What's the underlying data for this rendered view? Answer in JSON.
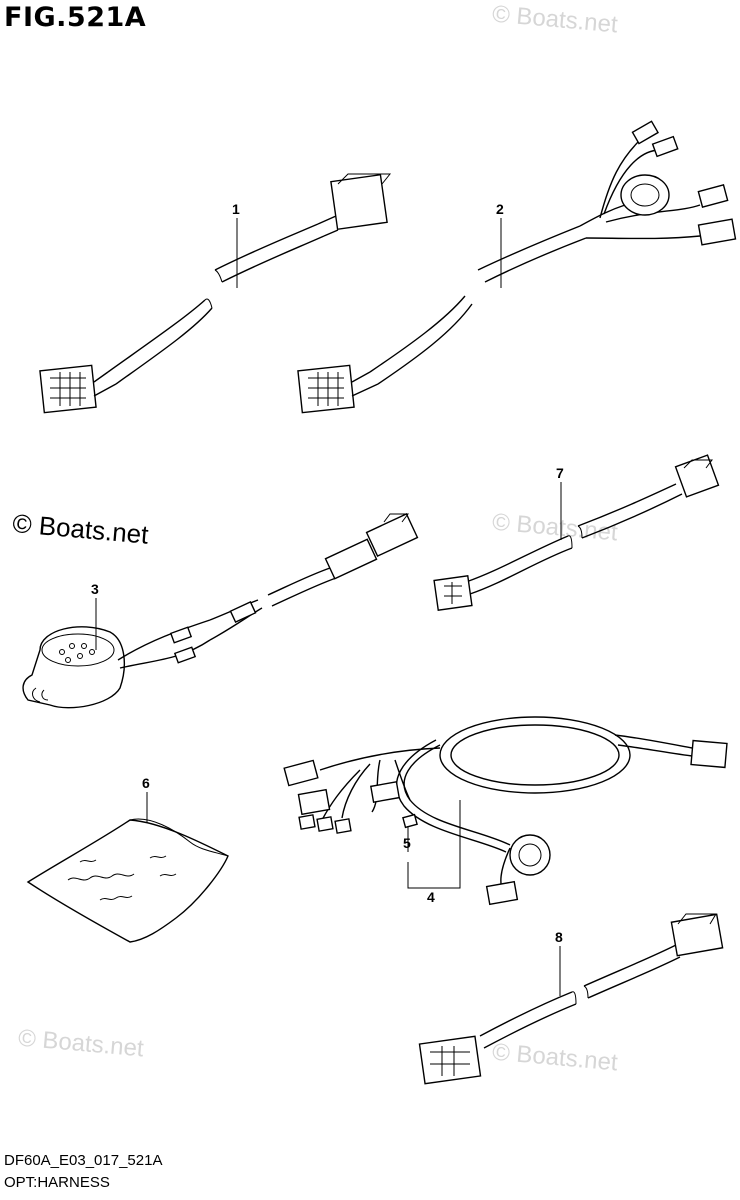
{
  "figure": {
    "title": "FIG.521A",
    "code": "DF60A_E03_017_521A",
    "name": "OPT:HARNESS"
  },
  "watermark": "© Boats.net",
  "callouts": [
    "1",
    "2",
    "3",
    "4",
    "5",
    "6",
    "7",
    "8"
  ]
}
